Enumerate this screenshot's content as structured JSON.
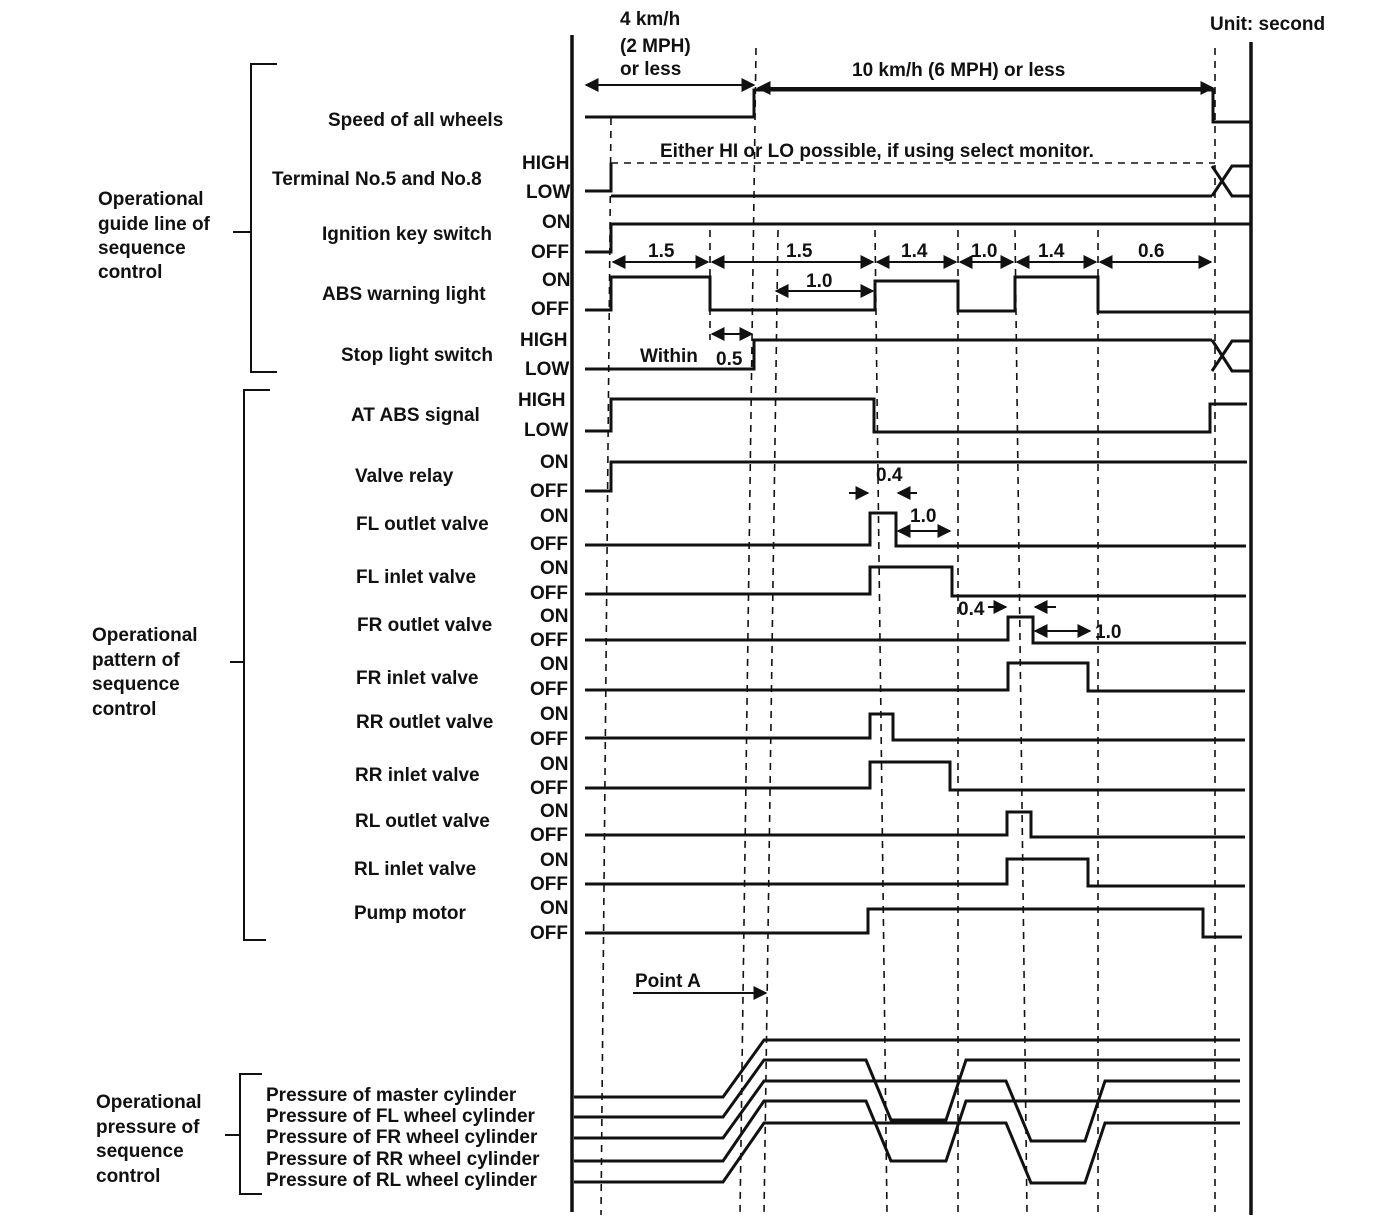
{
  "unit_label": "Unit: second",
  "speed_notes": {
    "low_speed_line1": "4  km/h",
    "low_speed_line2": "(2  MPH)",
    "low_speed_line3": "or  less",
    "high_speed": "10  km/h  (6  MPH)  or  less"
  },
  "note_select_monitor": "Either  HI  or  LO  possible,  if  using  select  monitor.",
  "groups": {
    "guide": [
      "Operational",
      "guide  line  of",
      "sequence",
      "control"
    ],
    "pattern": [
      "Operational",
      "pattern  of",
      "sequence",
      "control"
    ],
    "pressure": [
      "Operational",
      "pressure  of",
      "sequence",
      "control"
    ]
  },
  "signals": [
    {
      "name": "Speed  of  all  wheels",
      "high": "",
      "low": ""
    },
    {
      "name": "Terminal  No.5  and  No.8",
      "high": "HIGH",
      "low": "LOW"
    },
    {
      "name": "Ignition  key  switch",
      "high": "ON",
      "low": "OFF"
    },
    {
      "name": "ABS  warning  light",
      "high": "ON",
      "low": "OFF"
    },
    {
      "name": "Stop  light  switch",
      "high": "HIGH",
      "low": "LOW"
    },
    {
      "name": "AT  ABS  signal",
      "high": "HIGH",
      "low": "LOW"
    },
    {
      "name": "Valve  relay",
      "high": "ON",
      "low": "OFF"
    },
    {
      "name": "FL  outlet  valve",
      "high": "ON",
      "low": "OFF"
    },
    {
      "name": "FL  inlet  valve",
      "high": "ON",
      "low": "OFF"
    },
    {
      "name": "FR  outlet  valve",
      "high": "ON",
      "low": "OFF"
    },
    {
      "name": "FR  inlet  valve",
      "high": "ON",
      "low": "OFF"
    },
    {
      "name": "RR  outlet  valve",
      "high": "ON",
      "low": "OFF"
    },
    {
      "name": "RR  inlet  valve",
      "high": "ON",
      "low": "OFF"
    },
    {
      "name": "RL  outlet  valve",
      "high": "ON",
      "low": "OFF"
    },
    {
      "name": "RL  inlet  valve",
      "high": "ON",
      "low": "OFF"
    },
    {
      "name": "Pump  motor",
      "high": "ON",
      "low": "OFF"
    }
  ],
  "pressures": [
    "Pressure  of  master  cylinder",
    "Pressure  of  FL  wheel  cylinder",
    "Pressure  of  FR  wheel  cylinder",
    "Pressure  of  RR  wheel  cylinder",
    "Pressure  of  RL  wheel  cylinder"
  ],
  "timing_labels": {
    "t1": "1.5",
    "t2": "1.5",
    "t3": "1.4",
    "t4": "1.0",
    "t5": "1.4",
    "t6": "0.6",
    "abs_off": "1.0",
    "within": "Within",
    "within_val": "0.5",
    "fl_out_delay": "0.4",
    "fl_in_hold": "1.0",
    "fr_out_delay": "0.4",
    "fr_in_hold": "1.0"
  },
  "point_a": "Point A"
}
